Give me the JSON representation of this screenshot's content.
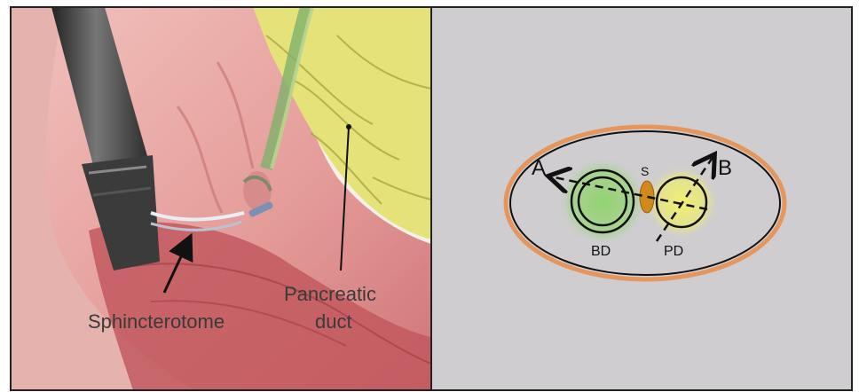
{
  "left_panel": {
    "label_sphincterotome": "Sphincterotome",
    "label_pancreatic_duct_line1": "Pancreatic",
    "label_pancreatic_duct_line2": "duct"
  },
  "right_panel": {
    "label_a": "A",
    "label_b": "B",
    "label_s": "S",
    "label_bd": "BD",
    "label_pd": "PD"
  },
  "colors": {
    "panel_bg": "#cfcdd0",
    "tissue_pink": "#e7a9a6",
    "tissue_dark": "#b8484f",
    "pancreas_yellow": "#e6e27a",
    "orange_ring": "#e4965d",
    "sphincter": "#d0891c",
    "bd_glow": "#8fd36b",
    "pd_glow": "#eaea6a"
  }
}
